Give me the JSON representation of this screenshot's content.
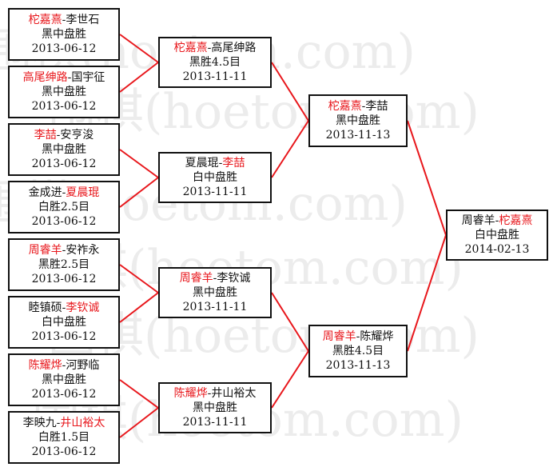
{
  "watermark": "围棋(hoetom.com)",
  "rounds": [
    [
      {
        "p1": "柁嘉熹",
        "p2": "李世石",
        "winner": 1,
        "result": "黑中盘胜",
        "date": "2013-06-12"
      },
      {
        "p1": "高尾绅路",
        "p2": "国宇征",
        "winner": 1,
        "result": "黑中盘胜",
        "date": "2013-06-12"
      },
      {
        "p1": "李喆",
        "p2": "安亨浚",
        "winner": 1,
        "result": "黑中盘胜",
        "date": "2013-06-12"
      },
      {
        "p1": "金成进",
        "p2": "夏晨琨",
        "winner": 2,
        "result": "白胜2.5目",
        "date": "2013-06-12"
      },
      {
        "p1": "周睿羊",
        "p2": "安祚永",
        "winner": 1,
        "result": "黑胜2.5目",
        "date": "2013-06-12"
      },
      {
        "p1": "睦镇硕",
        "p2": "李钦诚",
        "winner": 2,
        "result": "白中盘胜",
        "date": "2013-06-12"
      },
      {
        "p1": "陈耀烨",
        "p2": "河野临",
        "winner": 1,
        "result": "黑中盘胜",
        "date": "2013-06-12"
      },
      {
        "p1": "李映九",
        "p2": "井山裕太",
        "winner": 2,
        "result": "白胜1.5目",
        "date": "2013-06-12"
      }
    ],
    [
      {
        "p1": "柁嘉熹",
        "p2": "高尾绅路",
        "winner": 1,
        "result": "黑胜4.5目",
        "date": "2013-11-11"
      },
      {
        "p1": "夏晨琨",
        "p2": "李喆",
        "winner": 2,
        "result": "白中盘胜",
        "date": "2013-11-11"
      },
      {
        "p1": "周睿羊",
        "p2": "李钦诚",
        "winner": 1,
        "result": "黑中盘胜",
        "date": "2013-11-11"
      },
      {
        "p1": "陈耀烨",
        "p2": "井山裕太",
        "winner": 1,
        "result": "黑中盘胜",
        "date": "2013-11-11"
      }
    ],
    [
      {
        "p1": "柁嘉熹",
        "p2": "李喆",
        "winner": 1,
        "result": "黑中盘胜",
        "date": "2013-11-13"
      },
      {
        "p1": "周睿羊",
        "p2": "陈耀烨",
        "winner": 1,
        "result": "黑胜4.5目",
        "date": "2013-11-13"
      }
    ],
    [
      {
        "p1": "周睿羊",
        "p2": "柁嘉熹",
        "winner": 2,
        "result": "白中盘胜",
        "date": "2014-02-13"
      }
    ]
  ],
  "separator": "-",
  "colors": {
    "winner": "#e8171c",
    "line": "#e8171c",
    "border": "#111111",
    "text": "#111111"
  }
}
